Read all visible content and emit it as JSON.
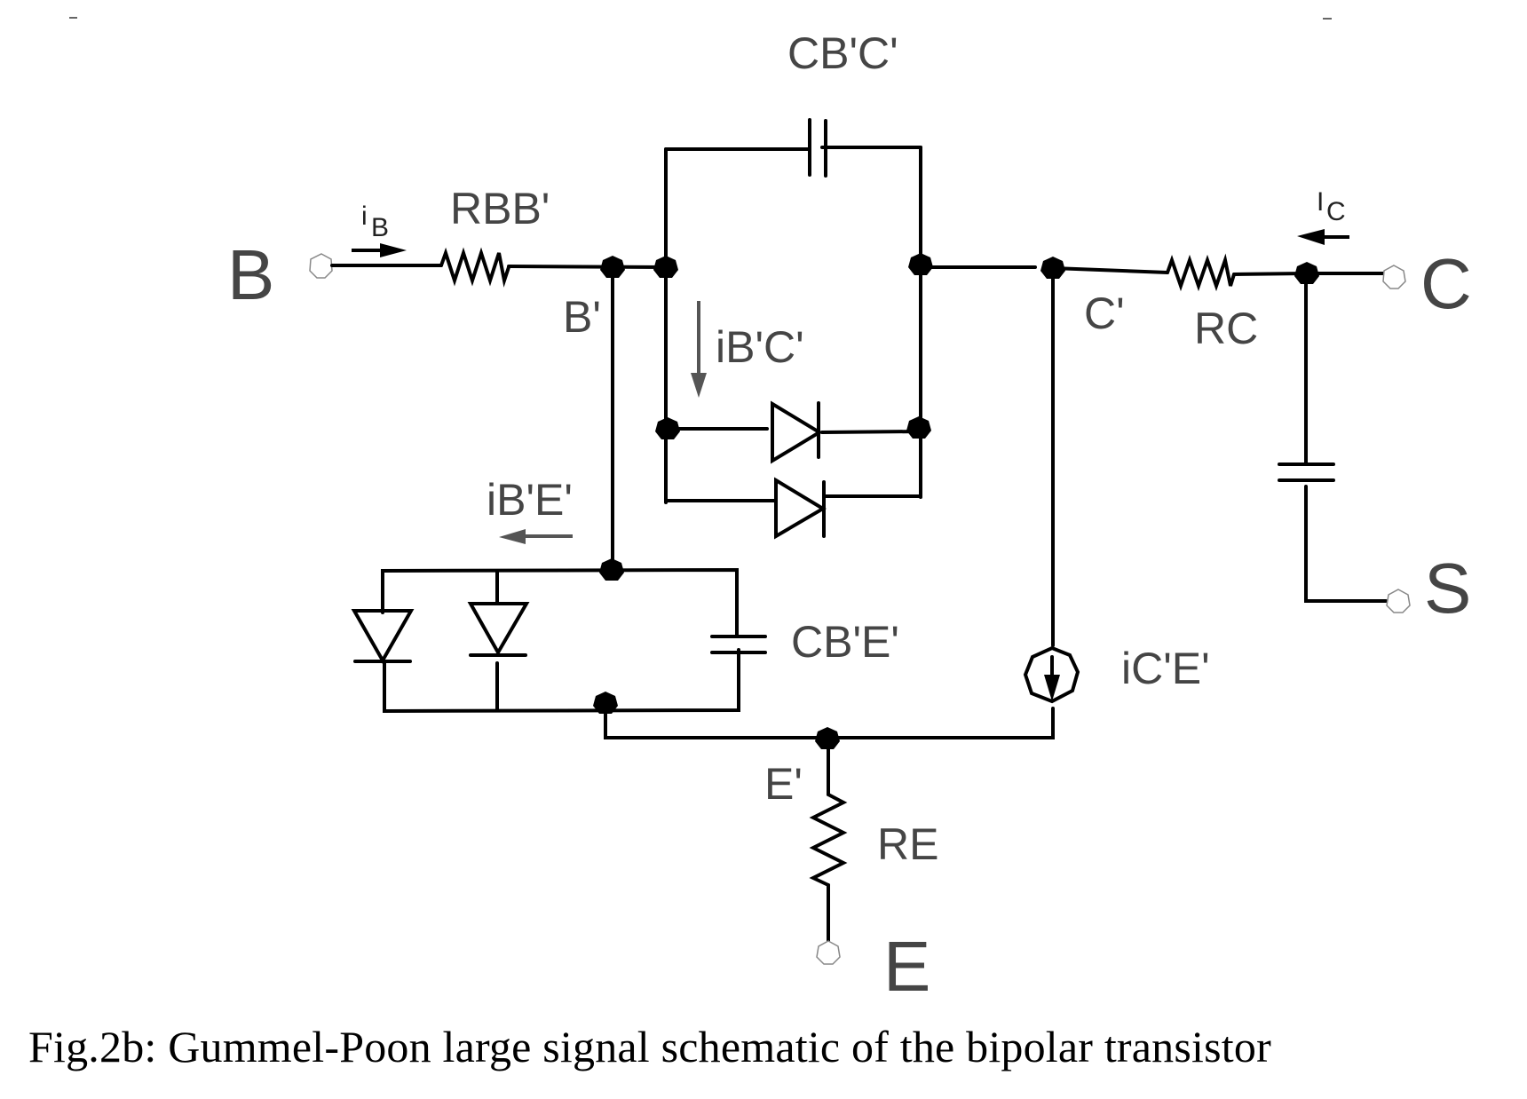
{
  "figure": {
    "caption": "Fig.2b:  Gummel-Poon large signal schematic of the bipolar transistor",
    "terminals": {
      "base": "B",
      "collector": "C",
      "emitter": "E",
      "substrate": "S"
    },
    "nodes": {
      "base_internal": "B'",
      "collector_internal": "C'",
      "emitter_internal": "E'"
    },
    "components": {
      "base_resistor": "RBB'",
      "collector_resistor": "RC",
      "emitter_resistor": "RE",
      "bc_capacitor": "CB'C'",
      "be_capacitor": "CB'E'",
      "cs_capacitor": "",
      "transfer_current_source": "iC'E'"
    },
    "currents": {
      "base_current_main": "i",
      "base_current_sub": "B",
      "collector_current_main": "I",
      "collector_current_sub": "C",
      "bc_current": "iB'C'",
      "be_current": "iB'E'"
    }
  }
}
